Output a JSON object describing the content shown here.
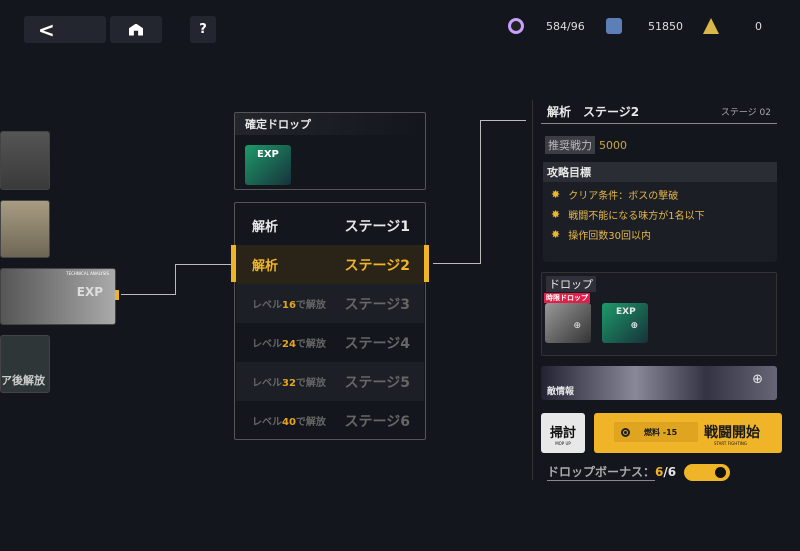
{
  "topbar": {
    "back_icon": "chevron-left-icon",
    "home_icon": "home-icon",
    "help_label": "?"
  },
  "currencies": [
    {
      "icon": "energy-icon",
      "value": "584/96",
      "color": "#c8a0ff"
    },
    {
      "icon": "crystal-icon",
      "value": "51850",
      "color": "#8ab4ff"
    },
    {
      "icon": "triangle-token-icon",
      "value": "0",
      "color": "#f0c040"
    }
  ],
  "left_cards": {
    "card_label": "TECHNICAL ANALYSIS",
    "locked_text": "ア後解放"
  },
  "guaranteed_drop": {
    "title": "確定ドロップ",
    "item": "EXP"
  },
  "stages": [
    {
      "name": "解析",
      "stage": "ステージ1",
      "locked": false
    },
    {
      "name": "解析",
      "stage": "ステージ2",
      "locked": false,
      "selected": true
    },
    {
      "pre": "レベル",
      "level": "16",
      "post": "で解放",
      "stage": "ステージ3",
      "locked": true
    },
    {
      "pre": "レベル",
      "level": "24",
      "post": "で解放",
      "stage": "ステージ4",
      "locked": true
    },
    {
      "pre": "レベル",
      "level": "32",
      "post": "で解放",
      "stage": "ステージ5",
      "locked": true
    },
    {
      "pre": "レベル",
      "level": "40",
      "post": "で解放",
      "stage": "ステージ6",
      "locked": true
    }
  ],
  "detail": {
    "title": "解析　ステージ2",
    "stage_code": "ステージ 02",
    "power_label": "推奨戦力",
    "power_value": "5000",
    "objectives_title": "攻略目標",
    "objectives": [
      "クリア条件：ボスの撃破",
      "戦闘不能になる味方が1名以下",
      "操作回数30回以内"
    ],
    "drop_title": "ドロップ",
    "limited_badge": "時限ドロップ",
    "enemy_label": "敵情報",
    "sweep_label": "掃討",
    "sweep_sub": "MOP UP",
    "fuel_label": "燃料 -15",
    "start_label": "戦闘開始",
    "start_sub": "START FIGHTING",
    "bonus_label": "ドロップボーナス：",
    "bonus_current": "6",
    "bonus_total": "/6",
    "bonus_toggle_on": true
  },
  "colors": {
    "accent": "#f0b429",
    "bg": "#14161d"
  }
}
